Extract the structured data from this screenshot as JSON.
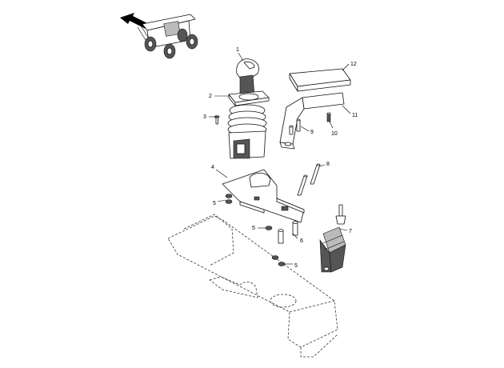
{
  "callouts": [
    {
      "id": "c1",
      "text": "1"
    },
    {
      "id": "c2",
      "text": "2"
    },
    {
      "id": "c3",
      "text": "3"
    },
    {
      "id": "c4",
      "text": "4"
    },
    {
      "id": "c5a",
      "text": "5"
    },
    {
      "id": "c5b",
      "text": "5"
    },
    {
      "id": "c5c",
      "text": "5"
    },
    {
      "id": "c6",
      "text": "6"
    },
    {
      "id": "c7",
      "text": "7"
    },
    {
      "id": "c8",
      "text": "8"
    },
    {
      "id": "c9",
      "text": "9"
    },
    {
      "id": "c10",
      "text": "10"
    },
    {
      "id": "c11",
      "text": "11"
    },
    {
      "id": "c12",
      "text": "12"
    }
  ],
  "icons": {
    "orientation": "telehandler-icon",
    "direction": "arrow-left-icon"
  },
  "colors": {
    "line": "#111111",
    "shade": "#555555",
    "background": "#ffffff"
  }
}
